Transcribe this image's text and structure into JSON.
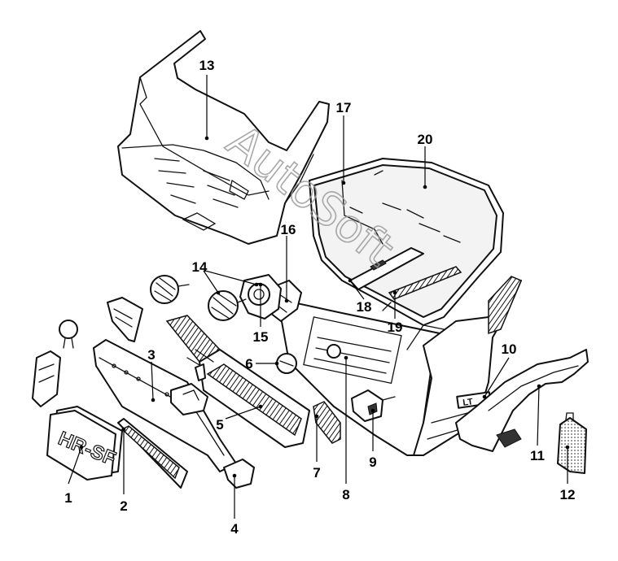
{
  "diagram": {
    "watermark": "AutoSoft",
    "plate_text": "HR-SF",
    "badge_text": "LT",
    "part_labels": [
      "1",
      "2",
      "3",
      "4",
      "5",
      "6",
      "7",
      "8",
      "9",
      "10",
      "11",
      "12",
      "13",
      "14",
      "15",
      "16",
      "17",
      "18",
      "19",
      "20"
    ]
  }
}
